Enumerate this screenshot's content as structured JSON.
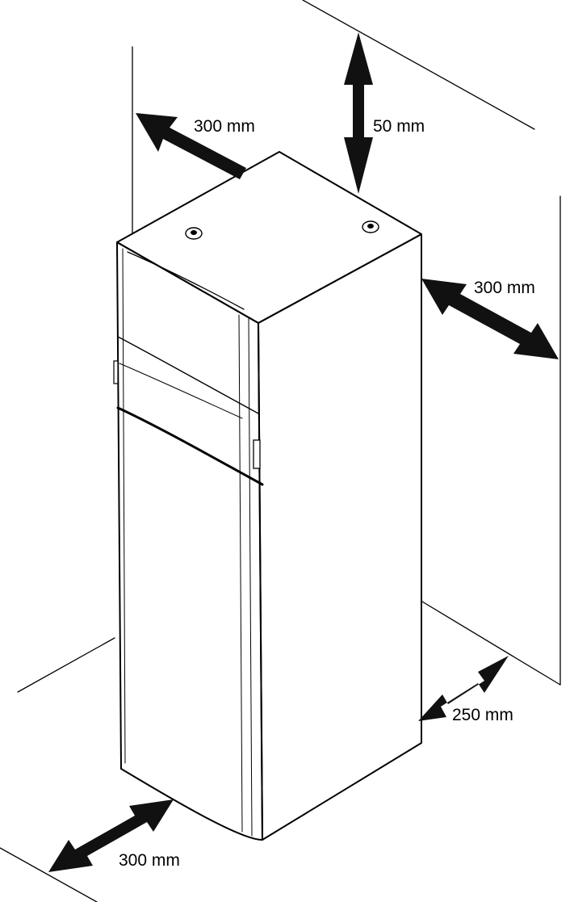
{
  "diagram": {
    "clearances": {
      "left_side": "300 mm",
      "top": "50 mm",
      "right_side": "300 mm",
      "rear": "250 mm",
      "front": "300 mm"
    },
    "colors": {
      "line": "#000000",
      "fill": "#ffffff",
      "arrow": "#111111"
    }
  }
}
